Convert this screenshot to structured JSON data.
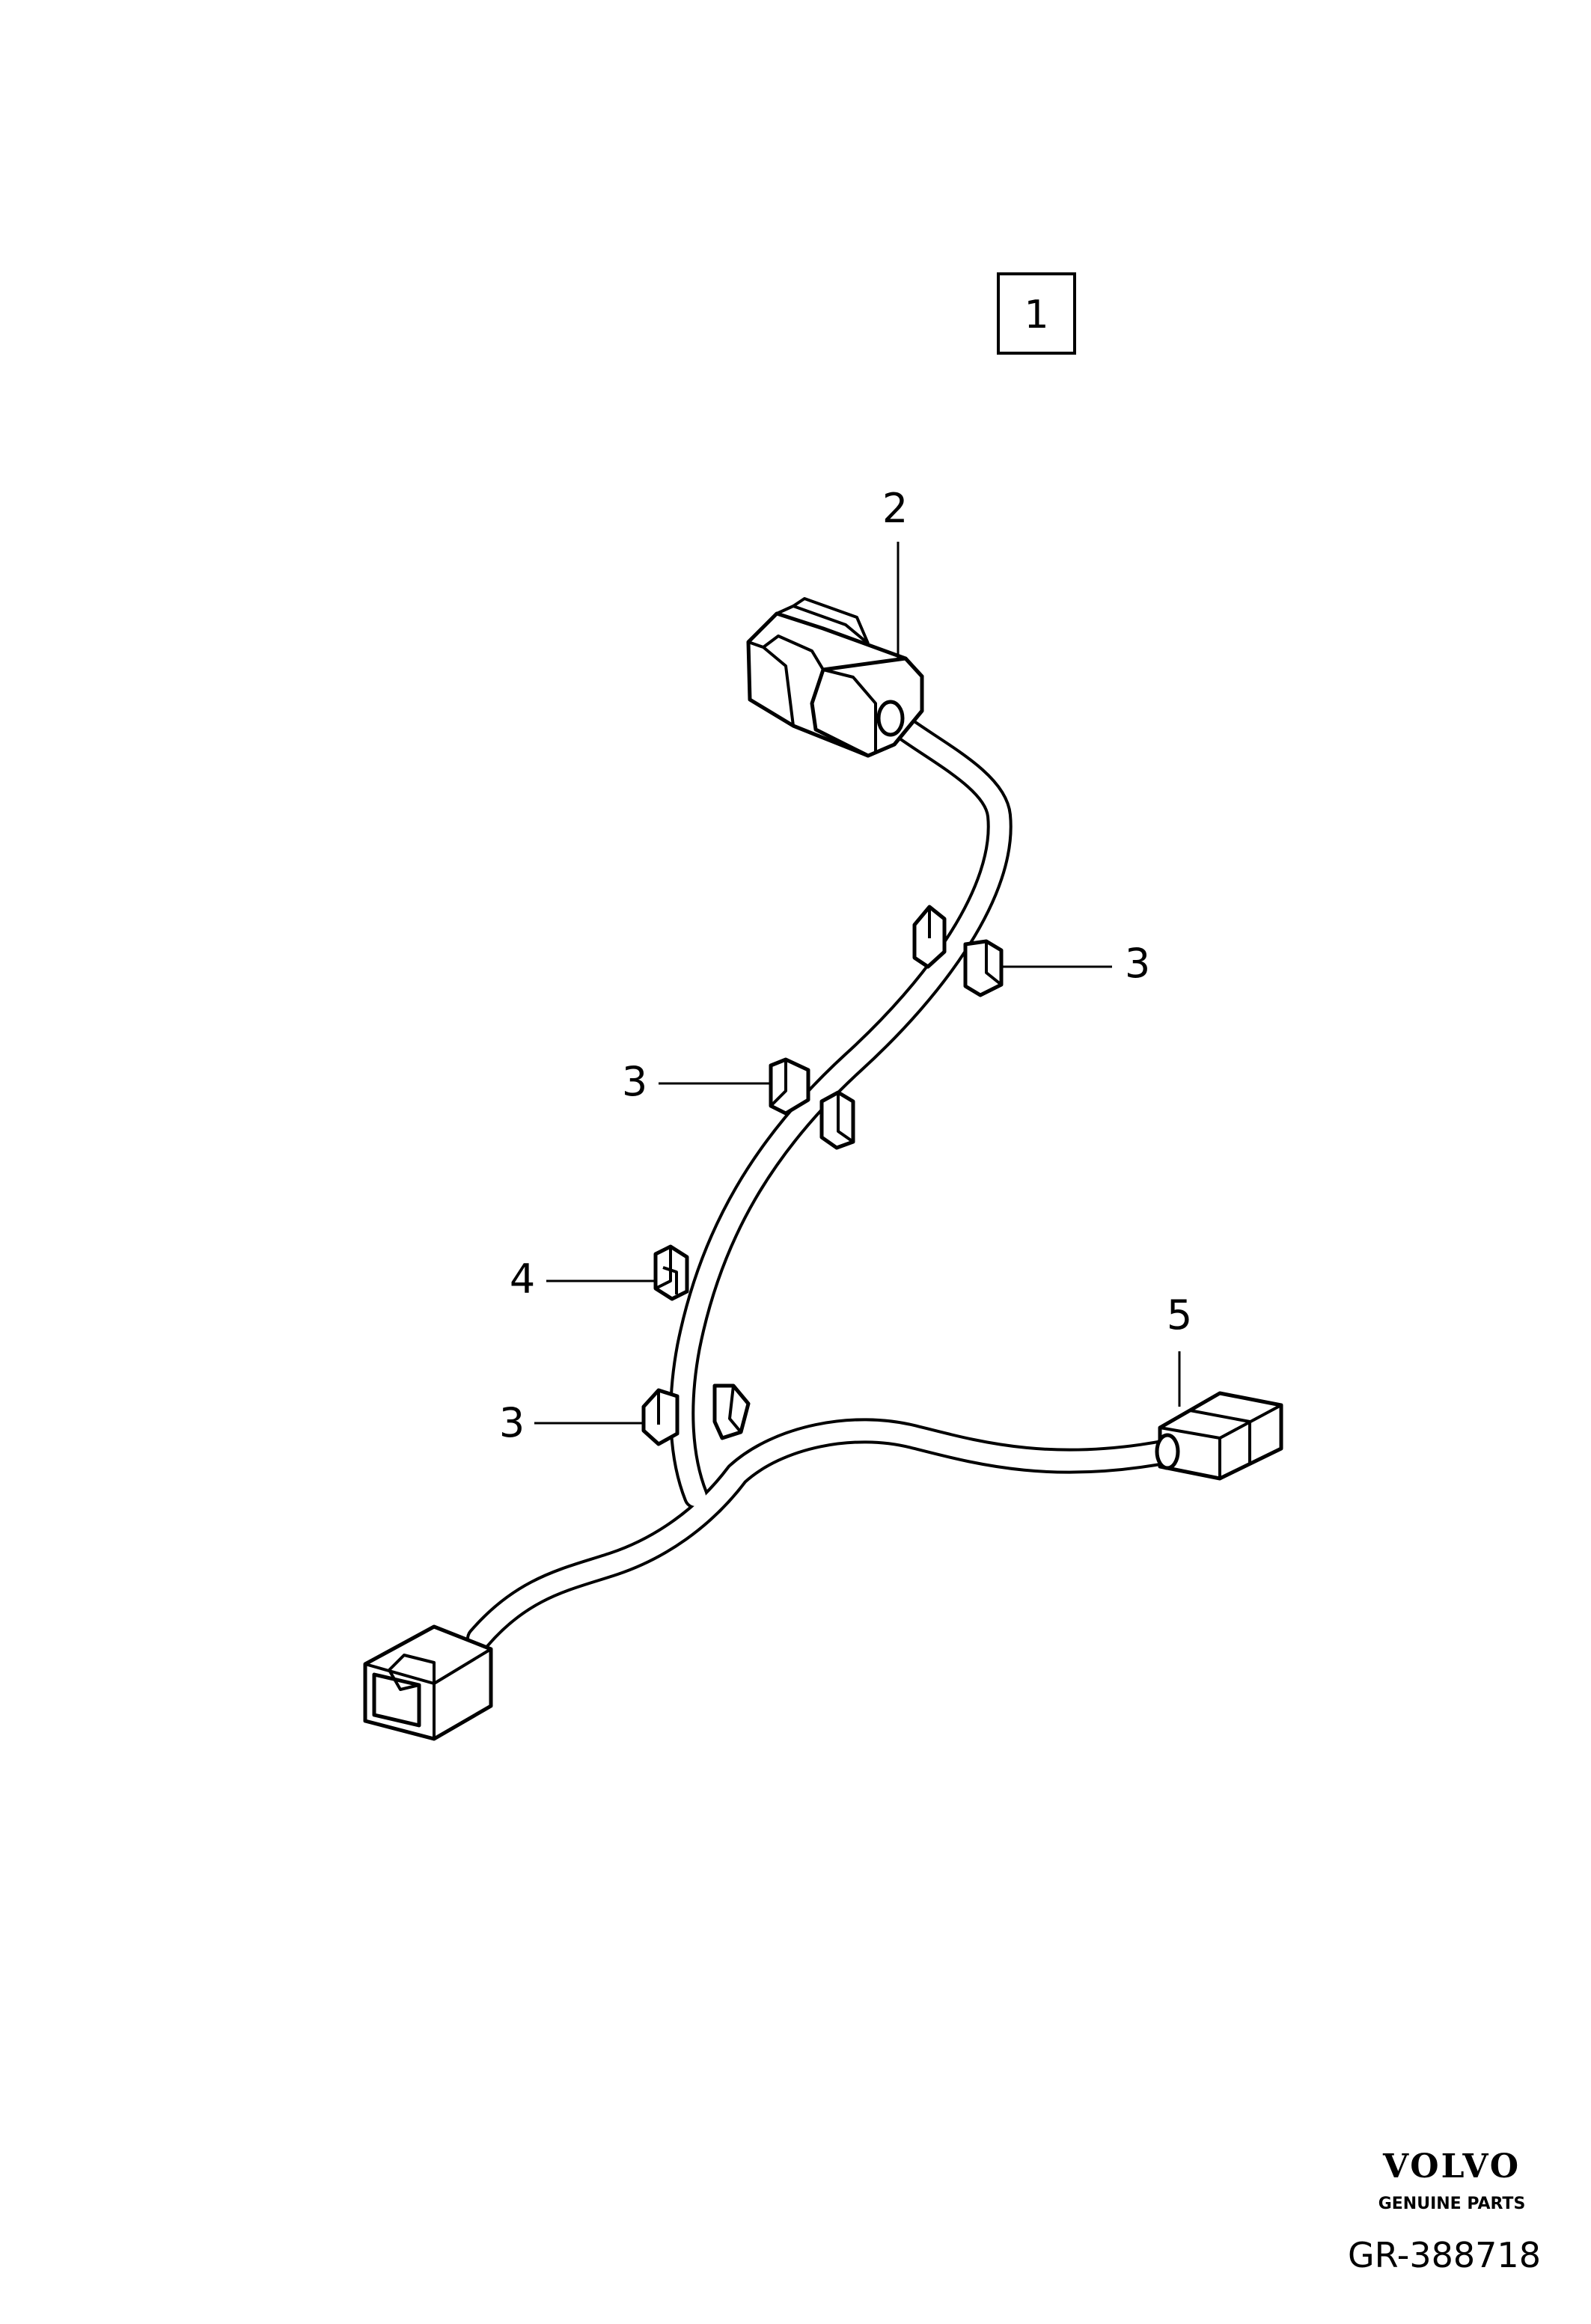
{
  "assembly_label": "1",
  "callouts": {
    "c2": "2",
    "c3a": "3",
    "c3b": "3",
    "c4": "4",
    "c3c": "3",
    "c5": "5"
  },
  "brand": {
    "name": "VOLVO",
    "tagline": "GENUINE PARTS"
  },
  "reference": "GR-388718"
}
